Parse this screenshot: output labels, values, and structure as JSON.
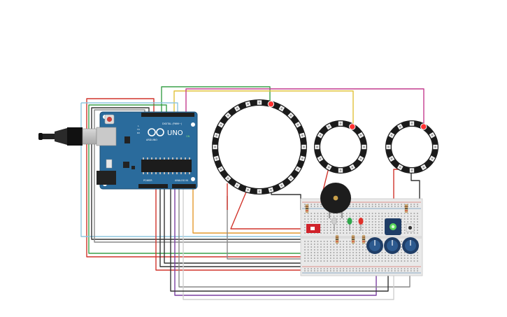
{
  "circuit": {
    "arduino": {
      "logo": "UNO",
      "brand": "ARDUINO",
      "digital_label": "DIGITAL (PWM~)",
      "power_label": "POWER",
      "analog_label": "ANALOG IN",
      "on_label": "ON",
      "tx_label": "TX",
      "rx_label": "RX",
      "l_label": "L"
    },
    "colors": {
      "board": "#2a6b9c",
      "wire_red": "#d1342b",
      "wire_green": "#3aa04a",
      "wire_yellow": "#e2c23a",
      "wire_magenta": "#c43b8e",
      "wire_orange": "#e39a2d",
      "wire_purple": "#7a3fa1",
      "wire_black": "#333333",
      "wire_gray": "#888888",
      "wire_light_blue": "#8ec6df",
      "breadboard": "#e9e9e9"
    }
  }
}
